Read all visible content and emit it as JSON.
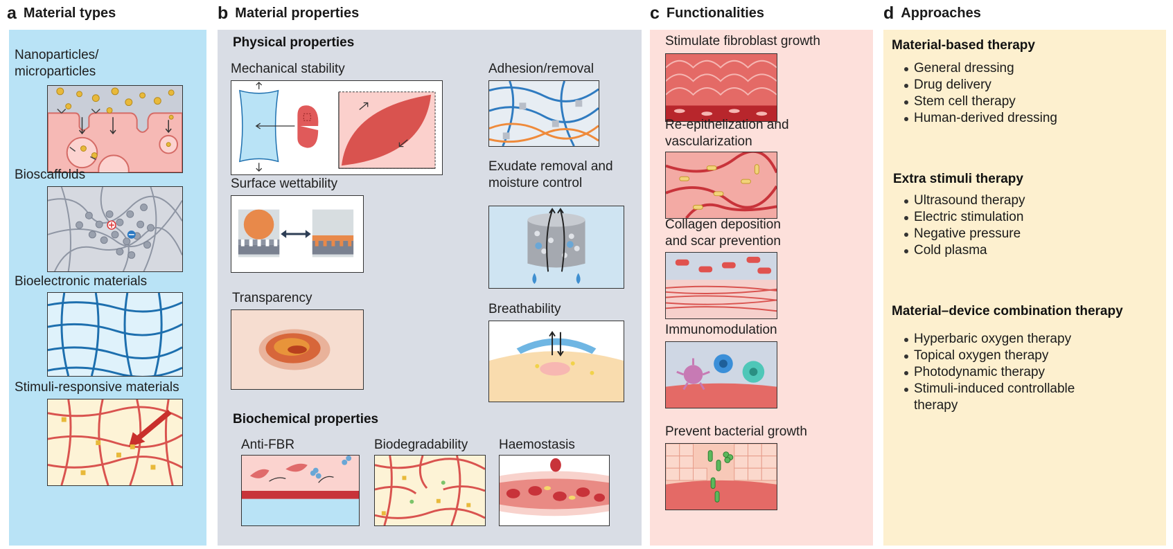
{
  "headers": {
    "a": {
      "letter": "a",
      "title": "Material types"
    },
    "b": {
      "letter": "b",
      "title": "Material properties"
    },
    "c": {
      "letter": "c",
      "title": "Functionalities"
    },
    "d": {
      "letter": "d",
      "title": "Approaches"
    }
  },
  "material_types": {
    "items": [
      {
        "label_line1": "Nanoparticles/",
        "label_line2": "microparticles"
      },
      {
        "label": "Bioscaffolds"
      },
      {
        "label": "Bioelectronic materials"
      },
      {
        "label": "Stimuli-responsive materials"
      }
    ]
  },
  "material_properties": {
    "physical_title": "Physical properties",
    "mechanical_stability": "Mechanical stability",
    "surface_wettability": "Surface wettability",
    "transparency": "Transparency",
    "adhesion_removal": "Adhesion/removal",
    "exudate_line1": "Exudate removal and",
    "exudate_line2": "moisture control",
    "breathability": "Breathability",
    "biochemical_title": "Biochemical properties",
    "anti_fbr": "Anti-FBR",
    "biodegradability": "Biodegradability",
    "haemostasis": "Haemostasis"
  },
  "functionalities": {
    "items": [
      {
        "line1": "Stimulate fibroblast growth",
        "line2": ""
      },
      {
        "line1": "Re-epithelization and",
        "line2": "vascularization"
      },
      {
        "line1": "Collagen deposition",
        "line2": "and scar prevention"
      },
      {
        "line1": "Immunomodulation",
        "line2": ""
      },
      {
        "line1": "Prevent bacterial growth",
        "line2": ""
      }
    ]
  },
  "approaches": {
    "groups": [
      {
        "title": "Material-based therapy",
        "items": [
          "General dressing",
          "Drug delivery",
          "Stem cell therapy",
          "Human-derived dressing"
        ]
      },
      {
        "title": "Extra stimuli therapy",
        "items": [
          "Ultrasound therapy",
          "Electric stimulation",
          "Negative pressure",
          "Cold plasma"
        ]
      },
      {
        "title": "Material–device combination therapy",
        "items": [
          "Hyperbaric oxygen therapy",
          "Topical oxygen therapy",
          "Photodynamic therapy",
          "Stimuli-induced controllable",
          "therapy"
        ]
      }
    ]
  },
  "colors": {
    "panel_a": "#b9e3f6",
    "panel_b": "#d9dde5",
    "panel_c": "#fde0db",
    "panel_d": "#fdf0cf",
    "accent_red": "#d9534f",
    "accent_blue": "#1f6fb0"
  }
}
